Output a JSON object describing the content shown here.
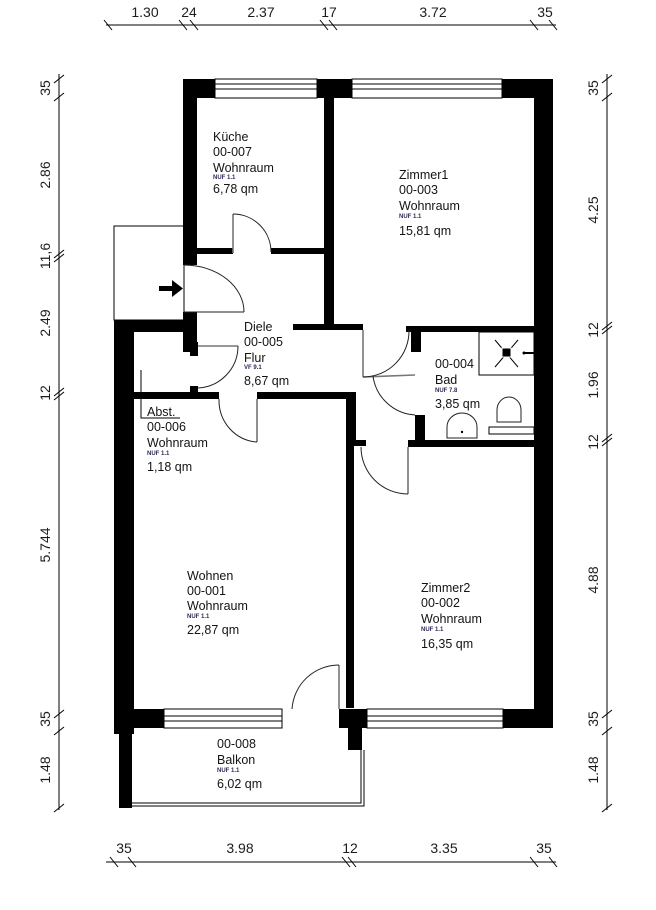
{
  "dimensions": {
    "top": [
      "1.30",
      "24",
      "2.37",
      "17",
      "3.72",
      "35"
    ],
    "bottom": [
      "35",
      "3.98",
      "12",
      "3.35",
      "35"
    ],
    "left": [
      "35",
      "2.86",
      "11,6",
      "2.49",
      "12",
      "5.744",
      "35",
      "1.48"
    ],
    "right": [
      "35",
      "4.25",
      "12",
      "1.96",
      "12",
      "4.88",
      "35",
      "1.48"
    ]
  },
  "rooms": {
    "kueche": {
      "name": "Küche",
      "id": "00-007",
      "type": "Wohnraum",
      "code": "NUF 1.1",
      "area": "6,78 qm"
    },
    "zimmer1": {
      "name": "Zimmer1",
      "id": "00-003",
      "type": "Wohnraum",
      "code": "NUF 1.1",
      "area": "15,81 qm"
    },
    "diele": {
      "name": "Diele",
      "id": "00-005",
      "type": "Flur",
      "code": "VF 9.1",
      "area": "8,67 qm"
    },
    "bad": {
      "id": "00-004",
      "name": "Bad",
      "code": "NUF 7.8",
      "area": "3,85 qm"
    },
    "abst": {
      "name": "Abst.",
      "id": "00-006",
      "type": "Wohnraum",
      "code": "NUF 1.1",
      "area": "1,18 qm"
    },
    "wohnen": {
      "name": "Wohnen",
      "id": "00-001",
      "type": "Wohnraum",
      "code": "NUF 1.1",
      "area": "22,87 qm"
    },
    "zimmer2": {
      "name": "Zimmer2",
      "id": "00-002",
      "type": "Wohnraum",
      "code": "NUF 1.1",
      "area": "16,35 qm"
    },
    "balkon": {
      "id": "00-008",
      "name": "Balkon",
      "code": "NUF 1.1",
      "area": "6,02 qm"
    }
  },
  "entrance": {
    "icon": "entrance-arrow-icon"
  }
}
